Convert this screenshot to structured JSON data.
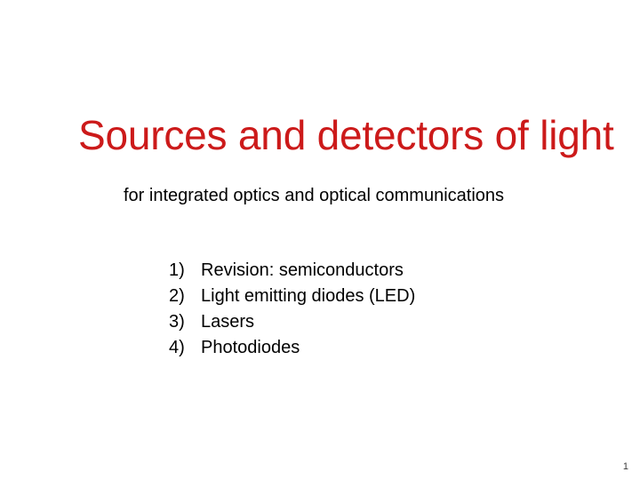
{
  "slide": {
    "background_color": "#ffffff",
    "title": "Sources and detectors of light",
    "title_color": "#cc1a1a",
    "subtitle": "for integrated optics and optical communications",
    "subtitle_color": "#000000",
    "agenda": [
      {
        "marker": "1)",
        "label": "Revision: semiconductors"
      },
      {
        "marker": "2)",
        "label": "Light emitting diodes (LED)"
      },
      {
        "marker": "3)",
        "label": "Lasers"
      },
      {
        "marker": "4)",
        "label": "Photodiodes"
      }
    ],
    "page_number": "1"
  }
}
